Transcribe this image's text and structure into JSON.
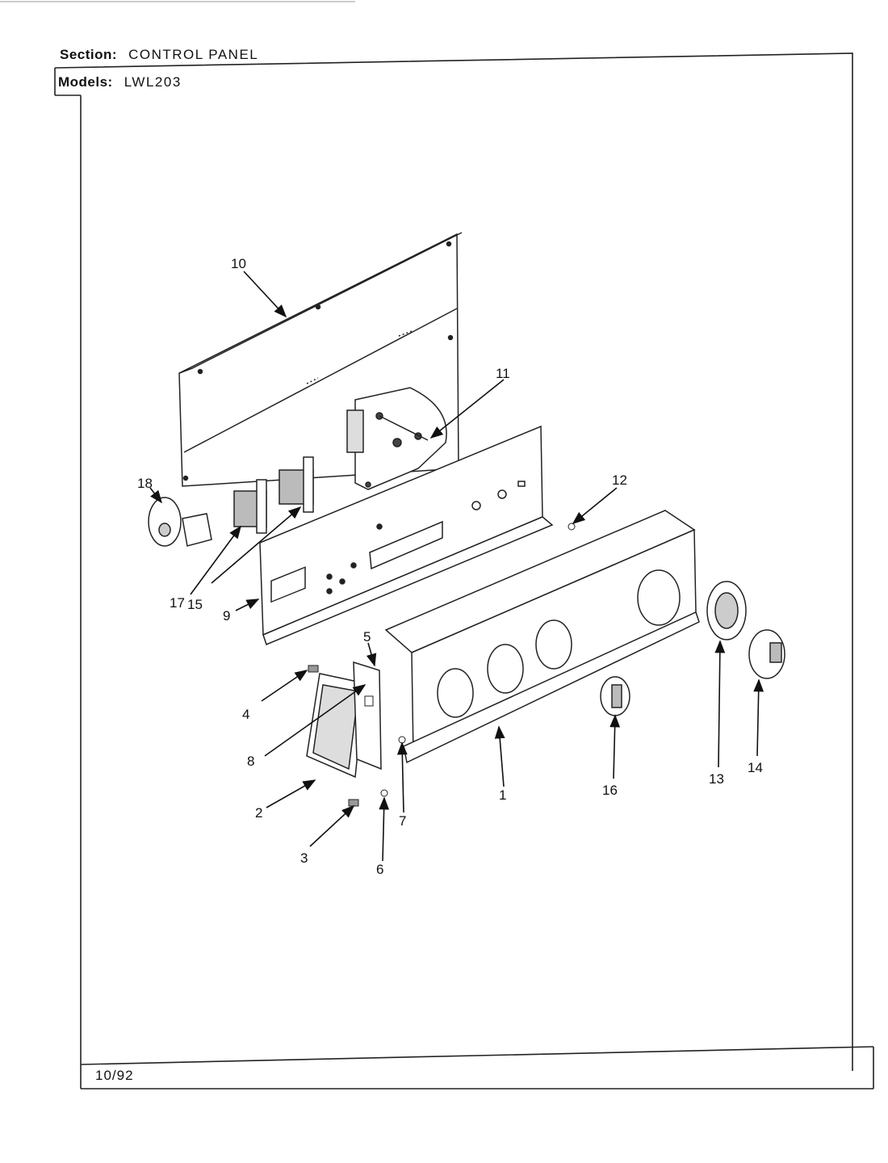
{
  "header": {
    "section_label": "Section:",
    "section_value": "CONTROL PANEL",
    "models_label": "Models:",
    "models_value": "LWL203"
  },
  "footer": {
    "date": "10/92"
  },
  "callouts": [
    "1",
    "2",
    "3",
    "4",
    "5",
    "6",
    "7",
    "8",
    "9",
    "10",
    "11",
    "12",
    "13",
    "14",
    "15",
    "16",
    "17",
    "18"
  ]
}
